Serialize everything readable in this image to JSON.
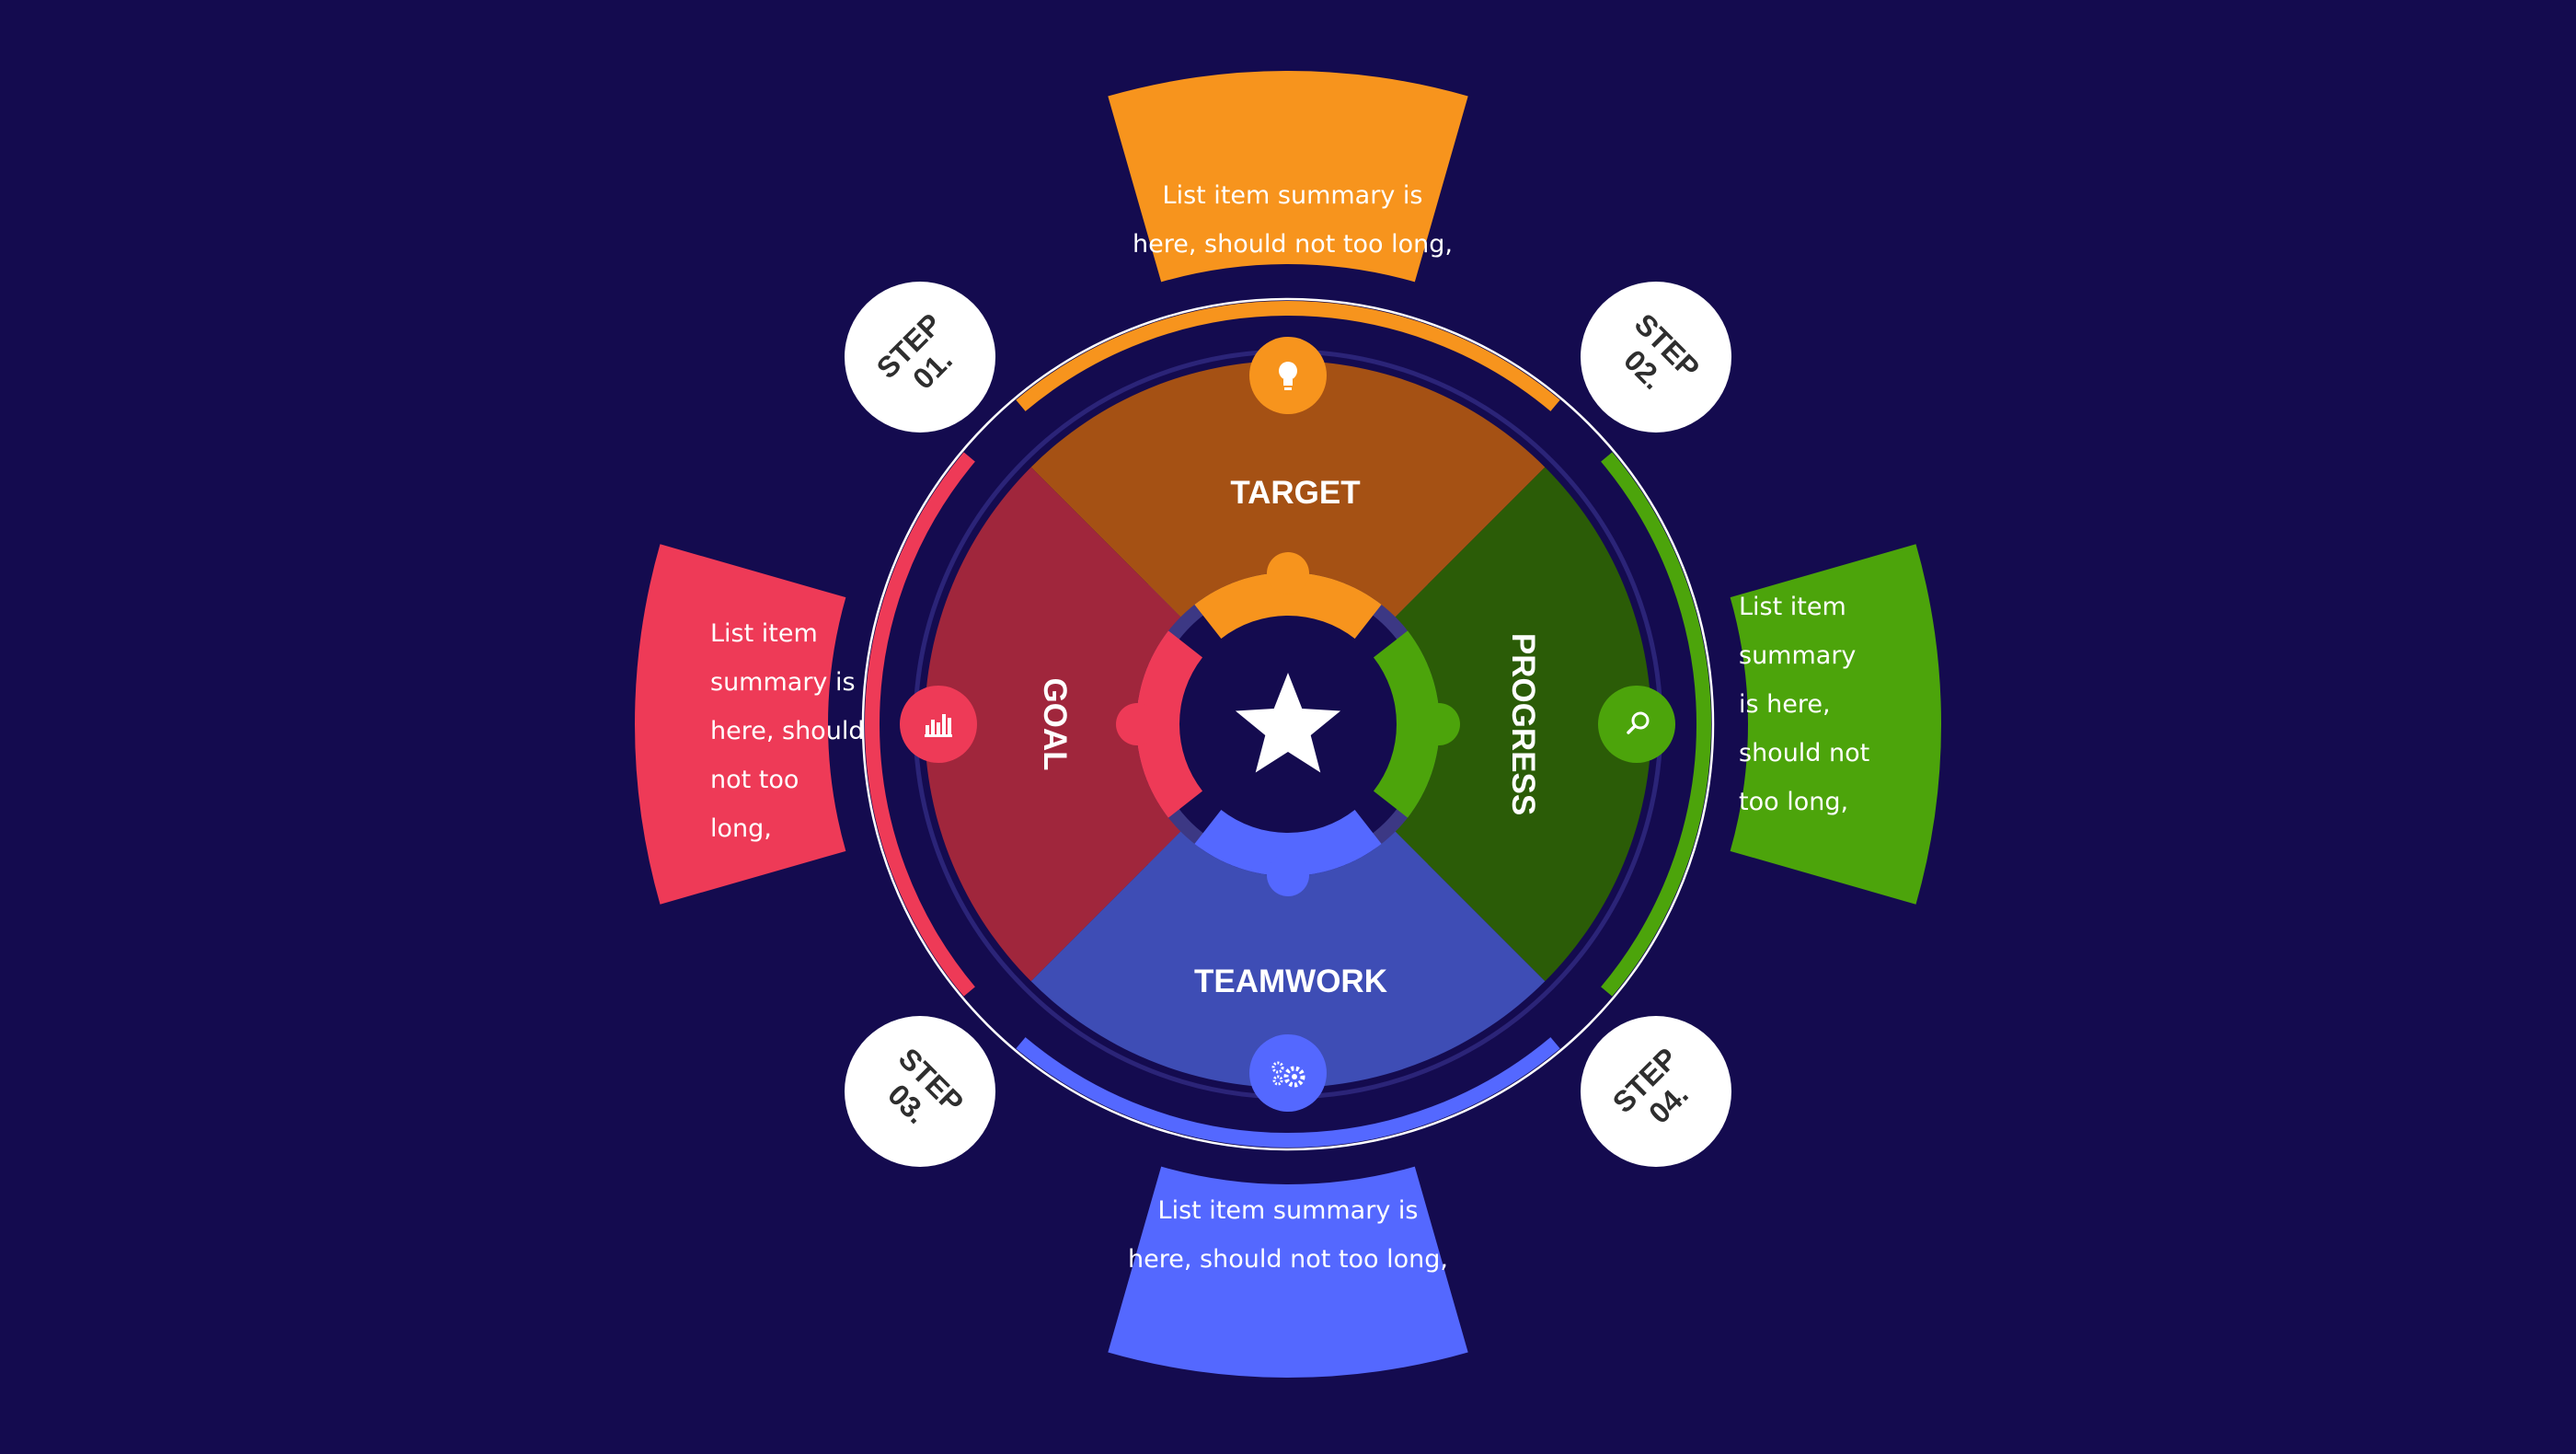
{
  "colors": {
    "background": "#140b4f",
    "target": "#f7941d",
    "target_dark": "#a55114",
    "goal": "#ee3a57",
    "goal_dark": "#a0263c",
    "progress": "#4ca40b",
    "progress_dark": "#2b5c07",
    "teamwork": "#5468ff",
    "teamwork_dark": "#3e4db5",
    "ring": "#2b2478",
    "connector": "#3c3884",
    "step_circle": "#ffffff",
    "step_text": "#2e2e2e"
  },
  "center": {
    "icon": "star-icon"
  },
  "segments": [
    {
      "key": "target",
      "label": "TARGET",
      "icon": "lightbulb-icon"
    },
    {
      "key": "goal",
      "label": "GOAL",
      "icon": "bar-chart-icon"
    },
    {
      "key": "progress",
      "label": "PROGRESS",
      "icon": "search-icon"
    },
    {
      "key": "teamwork",
      "label": "TEAMWORK",
      "icon": "gears-icon"
    }
  ],
  "steps": [
    {
      "line1": "STEP",
      "line2": "01."
    },
    {
      "line1": "STEP",
      "line2": "02."
    },
    {
      "line1": "STEP",
      "line2": "03."
    },
    {
      "line1": "STEP",
      "line2": "04."
    }
  ],
  "summaries": {
    "top": "List item summary is here, should not too long,",
    "left": "List item summary is here, should not too long,",
    "right": "List item summary is here, should not too long,",
    "bottom": "List item summary is here, should not too long,"
  }
}
